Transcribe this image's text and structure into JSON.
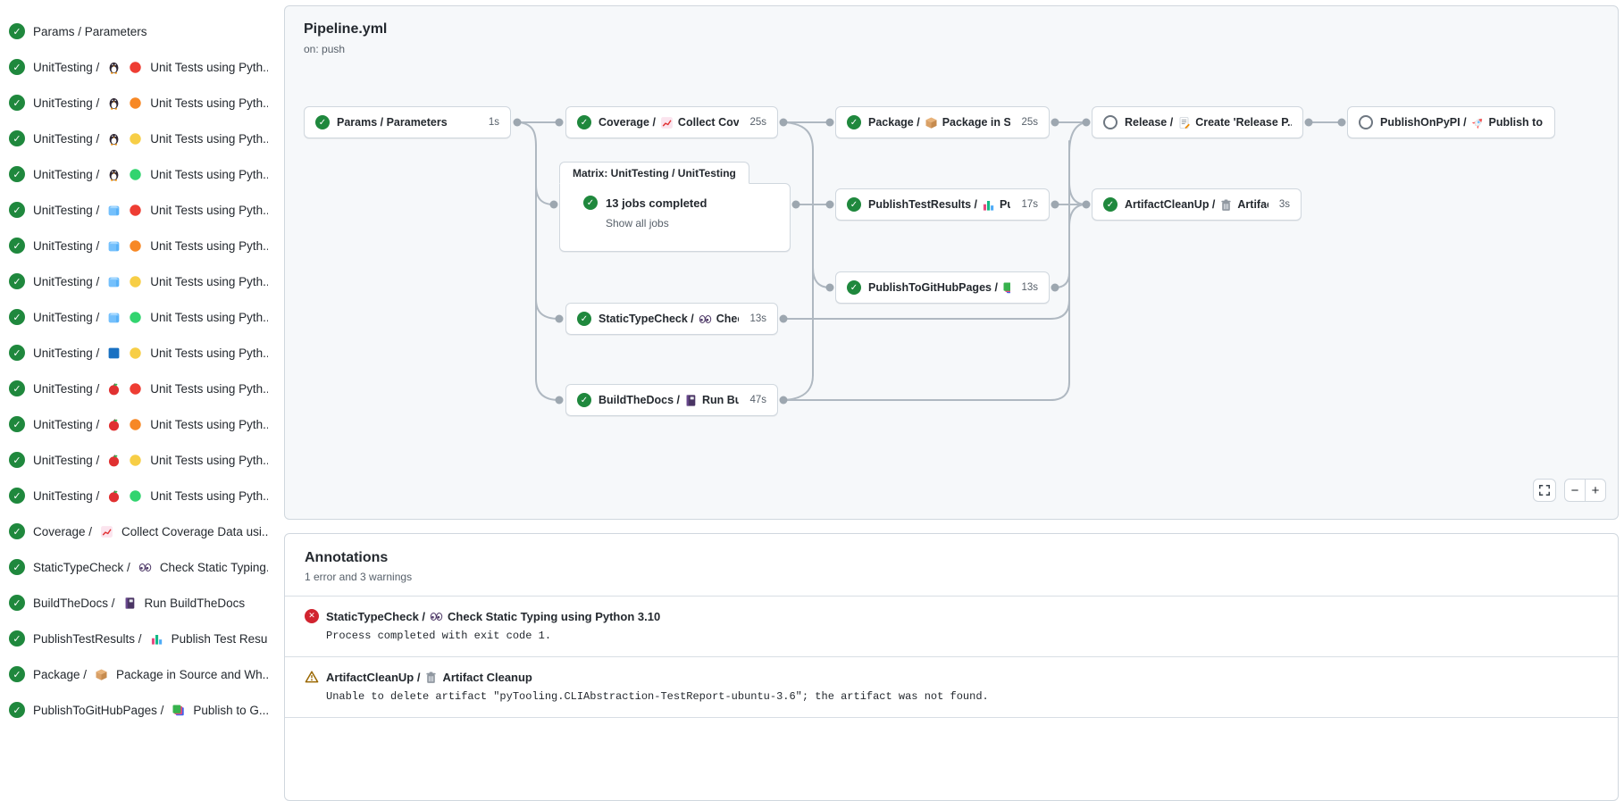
{
  "colors": {
    "success": "#1f883d",
    "skipped_ring": "#6e7781",
    "error": "#d1242f",
    "warning": "#9a6700",
    "edge": "#afb8c1",
    "panel_bg": "#f6f8fa",
    "border": "#d0d7de",
    "text": "#24292f",
    "muted": "#57606a",
    "dot_red": "#ee3d33",
    "dot_orange": "#f78825",
    "dot_yellow": "#f7ce46",
    "dot_green": "#32d46f"
  },
  "sidebar": {
    "items": [
      {
        "status": "success",
        "text": "Params / Parameters",
        "icons": [],
        "title": ""
      },
      {
        "status": "success",
        "text": "UnitTesting /",
        "icons": [
          "penguin",
          "dot-red"
        ],
        "title": "Unit Tests using Pyth..."
      },
      {
        "status": "success",
        "text": "UnitTesting /",
        "icons": [
          "penguin",
          "dot-orange"
        ],
        "title": "Unit Tests using Pyth..."
      },
      {
        "status": "success",
        "text": "UnitTesting /",
        "icons": [
          "penguin",
          "dot-yellow"
        ],
        "title": "Unit Tests using Pyth..."
      },
      {
        "status": "success",
        "text": "UnitTesting /",
        "icons": [
          "penguin",
          "dot-green"
        ],
        "title": "Unit Tests using Pyth..."
      },
      {
        "status": "success",
        "text": "UnitTesting /",
        "icons": [
          "ice",
          "dot-red"
        ],
        "title": "Unit Tests using Pyth..."
      },
      {
        "status": "success",
        "text": "UnitTesting /",
        "icons": [
          "ice",
          "dot-orange"
        ],
        "title": "Unit Tests using Pyth..."
      },
      {
        "status": "success",
        "text": "UnitTesting /",
        "icons": [
          "ice",
          "dot-yellow"
        ],
        "title": "Unit Tests using Pyth..."
      },
      {
        "status": "success",
        "text": "UnitTesting /",
        "icons": [
          "ice",
          "dot-green"
        ],
        "title": "Unit Tests using Pyth..."
      },
      {
        "status": "success",
        "text": "UnitTesting /",
        "icons": [
          "blue-square",
          "dot-yellow"
        ],
        "title": "Unit Tests using Pyth..."
      },
      {
        "status": "success",
        "text": "UnitTesting /",
        "icons": [
          "apple",
          "dot-red"
        ],
        "title": "Unit Tests using Pyth..."
      },
      {
        "status": "success",
        "text": "UnitTesting /",
        "icons": [
          "apple",
          "dot-orange"
        ],
        "title": "Unit Tests using Pyth..."
      },
      {
        "status": "success",
        "text": "UnitTesting /",
        "icons": [
          "apple",
          "dot-yellow"
        ],
        "title": "Unit Tests using Pyth..."
      },
      {
        "status": "success",
        "text": "UnitTesting /",
        "icons": [
          "apple",
          "dot-green"
        ],
        "title": "Unit Tests using Pyth..."
      },
      {
        "status": "success",
        "text": "Coverage /",
        "icons": [
          "chart-up"
        ],
        "title": "Collect Coverage Data usi..."
      },
      {
        "status": "success",
        "text": "StaticTypeCheck /",
        "icons": [
          "eyes"
        ],
        "title": "Check Static Typing..."
      },
      {
        "status": "success",
        "text": "BuildTheDocs /",
        "icons": [
          "book"
        ],
        "title": "Run BuildTheDocs"
      },
      {
        "status": "success",
        "text": "PublishTestResults /",
        "icons": [
          "bar-chart"
        ],
        "title": "Publish Test Resu..."
      },
      {
        "status": "success",
        "text": "Package /",
        "icons": [
          "package"
        ],
        "title": "Package in Source and Wh..."
      },
      {
        "status": "success",
        "text": "PublishToGitHubPages /",
        "icons": [
          "books"
        ],
        "title": "Publish to G..."
      }
    ]
  },
  "graph": {
    "title": "Pipeline.yml",
    "trigger": "on: push",
    "nodes": [
      {
        "id": "params",
        "status": "success",
        "pre": "Params / Parameters",
        "icon": "",
        "post": "",
        "duration": "1s"
      },
      {
        "id": "coverage",
        "status": "success",
        "pre": "Coverage /",
        "icon": "chart-up",
        "post": "Collect Cove...",
        "duration": "25s"
      },
      {
        "id": "package",
        "status": "success",
        "pre": "Package /",
        "icon": "package",
        "post": "Package in So...",
        "duration": "25s"
      },
      {
        "id": "release",
        "status": "skipped",
        "pre": "Release /",
        "icon": "memo",
        "post": "Create 'Release P...",
        "duration": ""
      },
      {
        "id": "publishonpypi",
        "status": "skipped",
        "pre": "PublishOnPyPI /",
        "icon": "rocket",
        "post": "Publish to ...",
        "duration": ""
      },
      {
        "id": "publishtestresults",
        "status": "success",
        "pre": "PublishTestResults /",
        "icon": "bar-chart",
        "post": "Pu...",
        "duration": "17s"
      },
      {
        "id": "artifactcleanup",
        "status": "success",
        "pre": "ArtifactCleanUp /",
        "icon": "trash",
        "post": "Artifac...",
        "duration": "3s"
      },
      {
        "id": "publishtogithubpages",
        "status": "success",
        "pre": "PublishToGitHubPages /",
        "icon": "books",
        "post": "...",
        "duration": "13s"
      },
      {
        "id": "statictypecheck",
        "status": "success",
        "pre": "StaticTypeCheck /",
        "icon": "eyes",
        "post": "Chec...",
        "duration": "13s"
      },
      {
        "id": "buildthedocs",
        "status": "success",
        "pre": "BuildTheDocs /",
        "icon": "book",
        "post": "Run Buil...",
        "duration": "47s"
      }
    ],
    "matrix": {
      "tab": "Matrix: UnitTesting / UnitTesting",
      "status_text": "13 jobs completed",
      "link": "Show all jobs"
    },
    "controls": {
      "zoom_out": "−",
      "zoom_in": "+"
    }
  },
  "annotations": {
    "heading": "Annotations",
    "summary": "1 error and 3 warnings",
    "items": [
      {
        "severity": "error",
        "pre": "StaticTypeCheck /",
        "icon": "eyes",
        "post": "Check Static Typing using Python 3.10",
        "message": "Process completed with exit code 1."
      },
      {
        "severity": "warning",
        "pre": "ArtifactCleanUp /",
        "icon": "trash",
        "post": "Artifact Cleanup",
        "message": "Unable to delete artifact \"pyTooling.CLIAbstraction-TestReport-ubuntu-3.6\"; the artifact was not found."
      }
    ]
  }
}
